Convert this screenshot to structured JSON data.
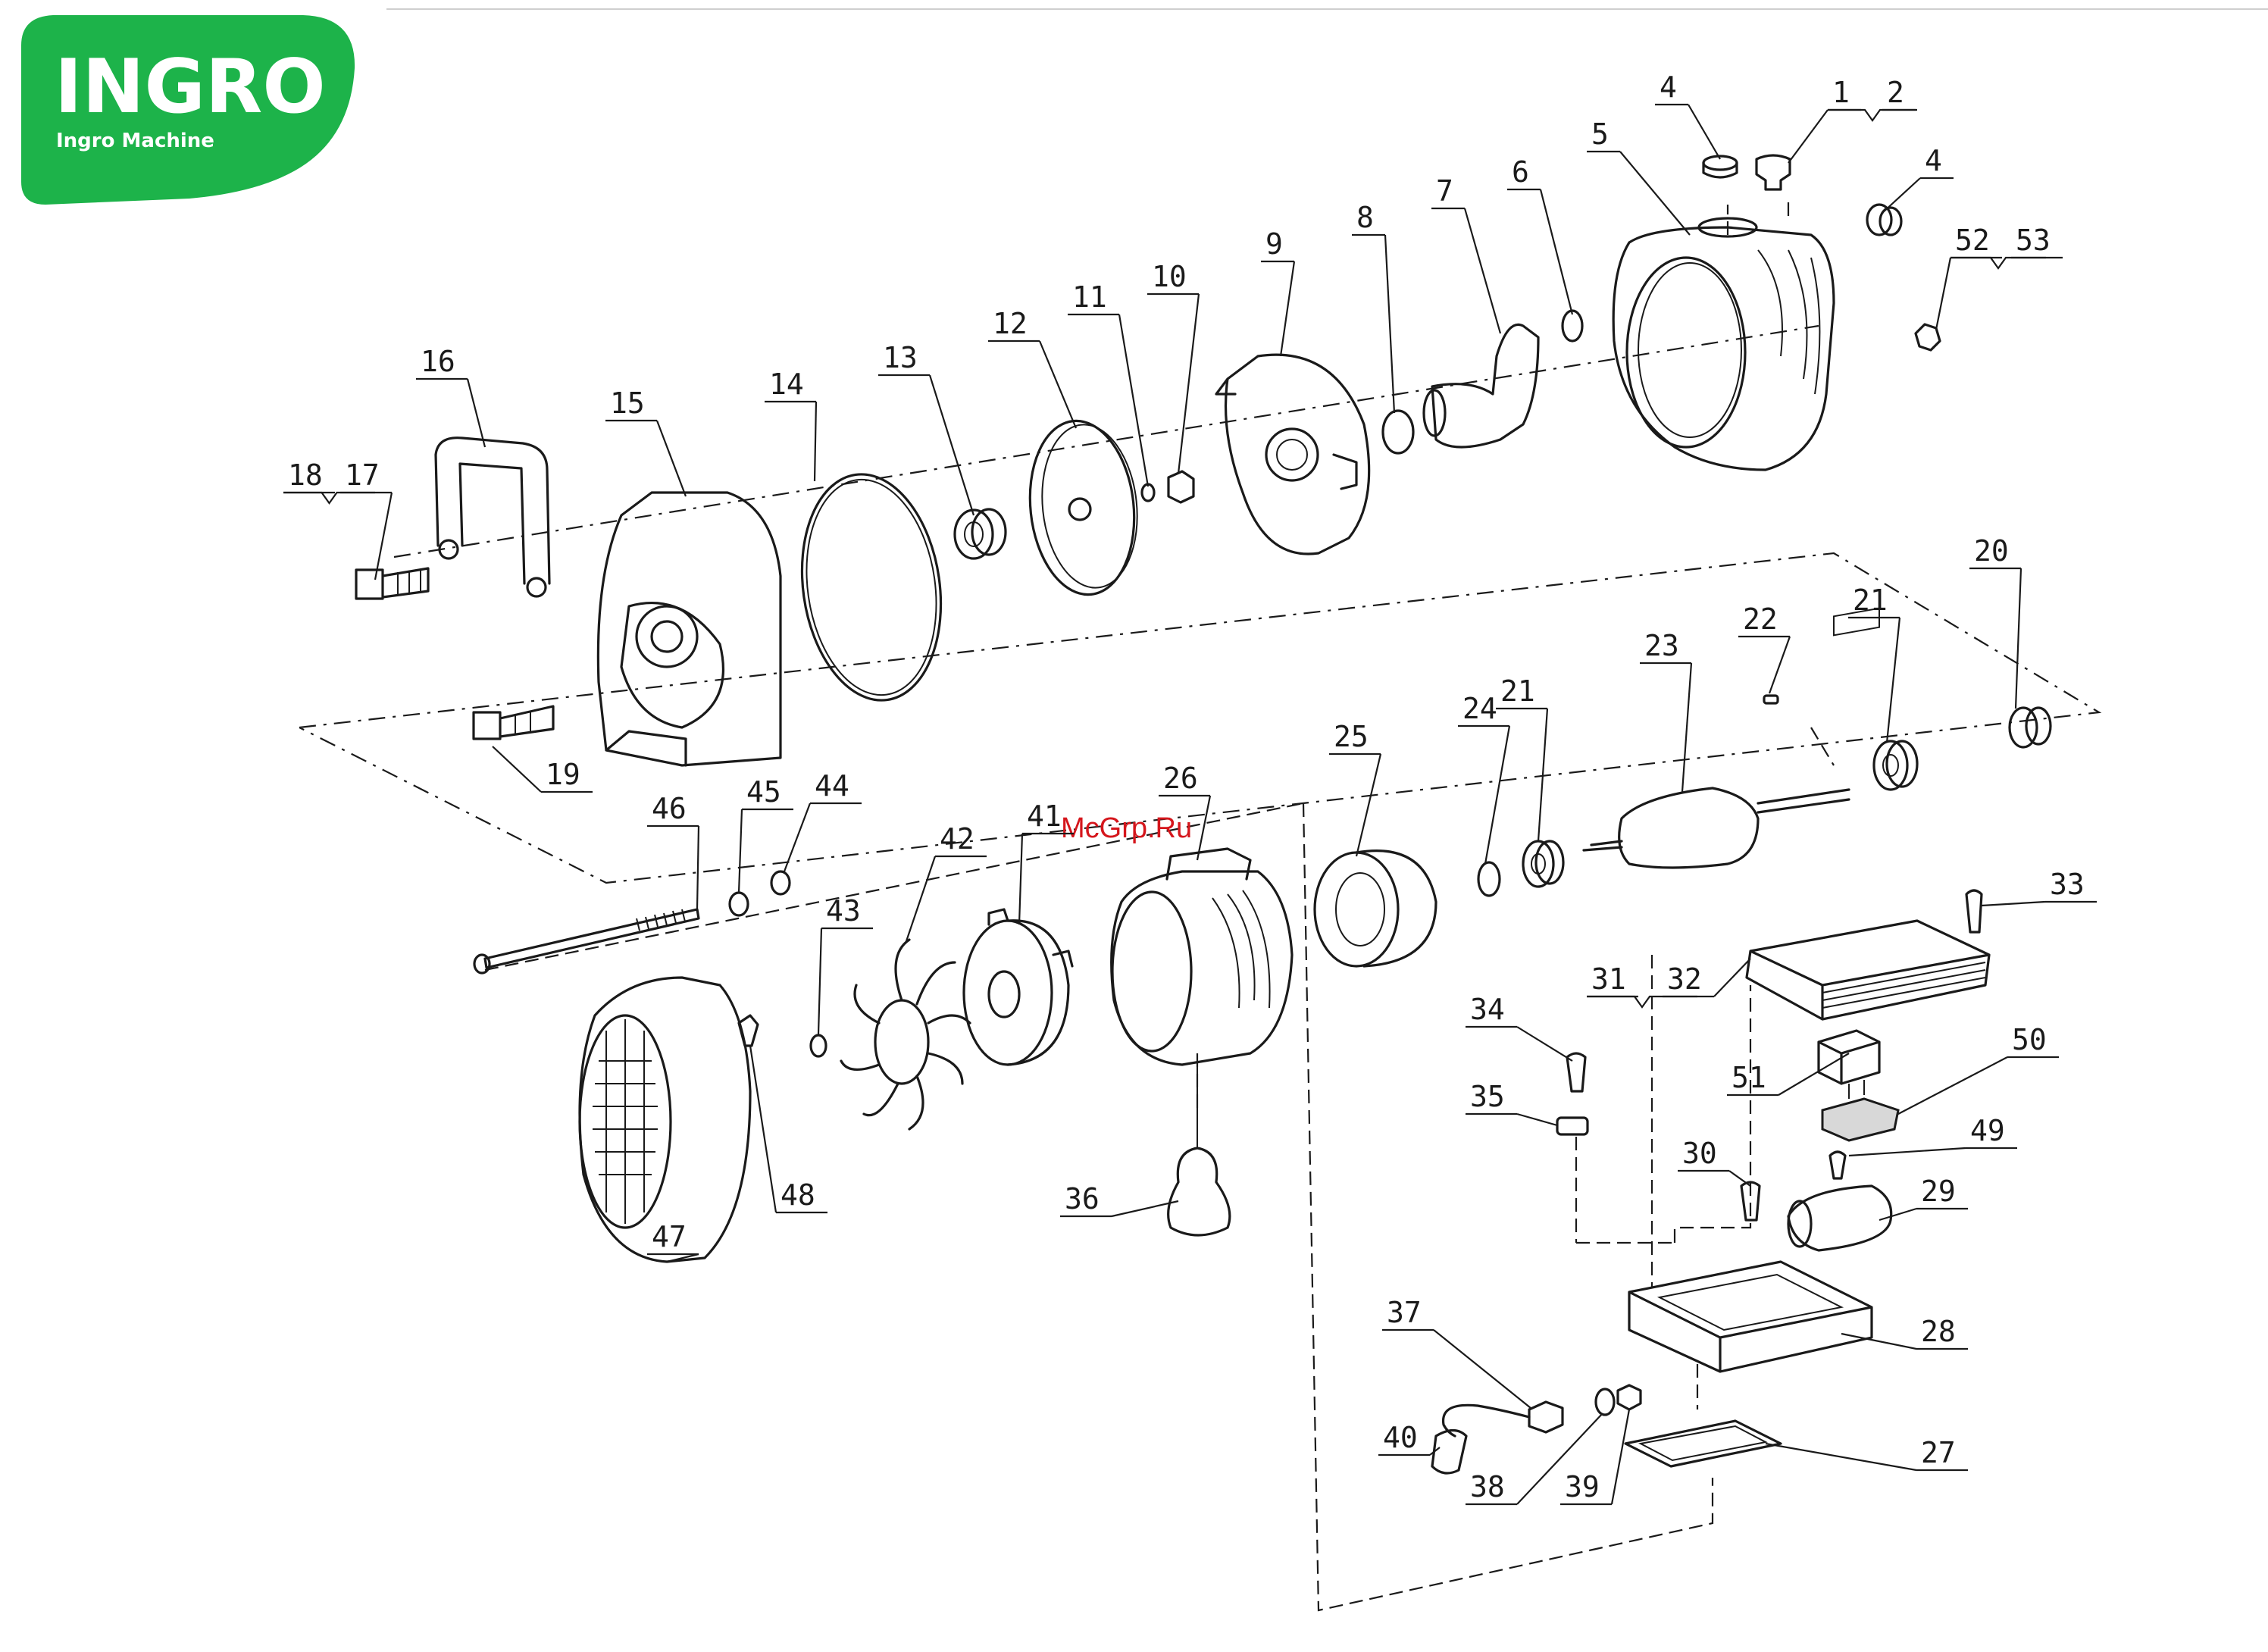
{
  "logo": {
    "brand": "INGRO",
    "subtitle": "Ingro Machine",
    "color": "#1db34a"
  },
  "watermark": {
    "text": "McGrp.Ru",
    "color": "#d5161c"
  },
  "labels": [
    {
      "id": "1",
      "text": "1"
    },
    {
      "id": "2",
      "text": "2"
    },
    {
      "id": "4a",
      "text": "4"
    },
    {
      "id": "4b",
      "text": "4"
    },
    {
      "id": "5",
      "text": "5"
    },
    {
      "id": "6",
      "text": "6"
    },
    {
      "id": "7",
      "text": "7"
    },
    {
      "id": "8",
      "text": "8"
    },
    {
      "id": "9",
      "text": "9"
    },
    {
      "id": "10",
      "text": "10"
    },
    {
      "id": "11",
      "text": "11"
    },
    {
      "id": "12",
      "text": "12"
    },
    {
      "id": "13",
      "text": "13"
    },
    {
      "id": "14",
      "text": "14"
    },
    {
      "id": "15",
      "text": "15"
    },
    {
      "id": "16",
      "text": "16"
    },
    {
      "id": "17",
      "text": "17"
    },
    {
      "id": "18",
      "text": "18"
    },
    {
      "id": "19",
      "text": "19"
    },
    {
      "id": "20",
      "text": "20"
    },
    {
      "id": "21a",
      "text": "21"
    },
    {
      "id": "21b",
      "text": "21"
    },
    {
      "id": "22",
      "text": "22"
    },
    {
      "id": "23",
      "text": "23"
    },
    {
      "id": "24",
      "text": "24"
    },
    {
      "id": "25",
      "text": "25"
    },
    {
      "id": "26",
      "text": "26"
    },
    {
      "id": "27",
      "text": "27"
    },
    {
      "id": "28",
      "text": "28"
    },
    {
      "id": "29",
      "text": "29"
    },
    {
      "id": "30",
      "text": "30"
    },
    {
      "id": "31",
      "text": "31"
    },
    {
      "id": "32",
      "text": "32"
    },
    {
      "id": "33",
      "text": "33"
    },
    {
      "id": "34",
      "text": "34"
    },
    {
      "id": "35",
      "text": "35"
    },
    {
      "id": "36",
      "text": "36"
    },
    {
      "id": "37",
      "text": "37"
    },
    {
      "id": "38",
      "text": "38"
    },
    {
      "id": "39",
      "text": "39"
    },
    {
      "id": "40",
      "text": "40"
    },
    {
      "id": "41",
      "text": "41"
    },
    {
      "id": "42",
      "text": "42"
    },
    {
      "id": "43",
      "text": "43"
    },
    {
      "id": "44",
      "text": "44"
    },
    {
      "id": "45",
      "text": "45"
    },
    {
      "id": "46",
      "text": "46"
    },
    {
      "id": "47",
      "text": "47"
    },
    {
      "id": "48",
      "text": "48"
    },
    {
      "id": "49",
      "text": "49"
    },
    {
      "id": "50",
      "text": "50"
    },
    {
      "id": "51",
      "text": "51"
    },
    {
      "id": "52",
      "text": "52"
    },
    {
      "id": "53",
      "text": "53"
    }
  ]
}
